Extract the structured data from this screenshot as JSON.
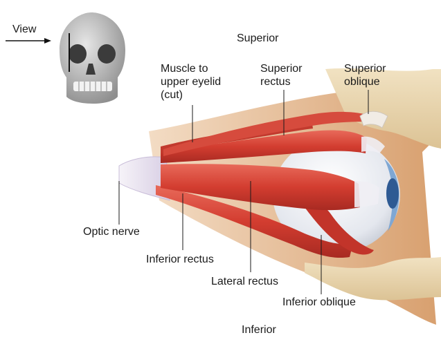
{
  "view_label": "View",
  "orientation": {
    "top": "Superior",
    "bottom": "Inferior"
  },
  "labels": {
    "muscle_upper_eyelid": [
      "Muscle to",
      "upper eyelid",
      "(cut)"
    ],
    "superior_rectus": [
      "Superior",
      "rectus"
    ],
    "superior_oblique": [
      "Superior",
      "oblique"
    ],
    "optic_nerve": "Optic nerve",
    "inferior_rectus": "Inferior rectus",
    "lateral_rectus": "Lateral rectus",
    "inferior_oblique": "Inferior oblique"
  },
  "colors": {
    "muscle": "#d9473a",
    "muscle_dark": "#a82a22",
    "bone": "#ead7b1",
    "orbit_shadow": "#d9a77f",
    "eyeball": "#eef0f4",
    "iris": "#3d6fae",
    "nerve": "#e8e2ef",
    "skull": "#bdbdbd"
  }
}
